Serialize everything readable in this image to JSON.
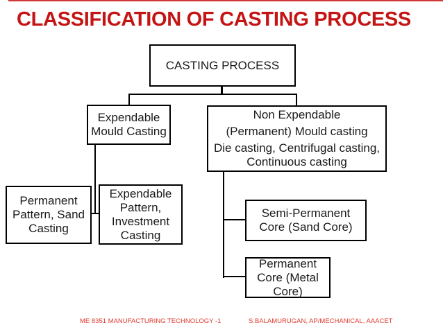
{
  "slide": {
    "title": "CLASSIFICATION OF CASTING PROCESS"
  },
  "colors": {
    "title-red": "#c51414",
    "footer-red": "#e03b2f",
    "line-black": "#000000",
    "box-bg": "#ffffff"
  },
  "tree": {
    "root": {
      "label": "CASTING PROCESS"
    },
    "expendable_mould": {
      "label": "Expendable Mould Casting"
    },
    "non_expendable": {
      "line1": "Non Expendable",
      "line2": "(Permanent) Mould casting",
      "line3": "Die casting, Centrifugal casting, Continuous casting"
    },
    "permanent_pattern": {
      "label": "Permanent Pattern, Sand Casting"
    },
    "expendable_pattern": {
      "label": "Expendable Pattern, Investment Casting"
    },
    "semi_permanent_core": {
      "label": "Semi-Permanent Core (Sand Core)"
    },
    "permanent_core": {
      "label": "Permanent Core (Metal Core)"
    }
  },
  "footer": {
    "course": "ME 8351 MANUFACTURING TECHNOLOGY -1",
    "author": "S.BALAMURUGAN, AP/MECHANICAL, AAACET"
  }
}
